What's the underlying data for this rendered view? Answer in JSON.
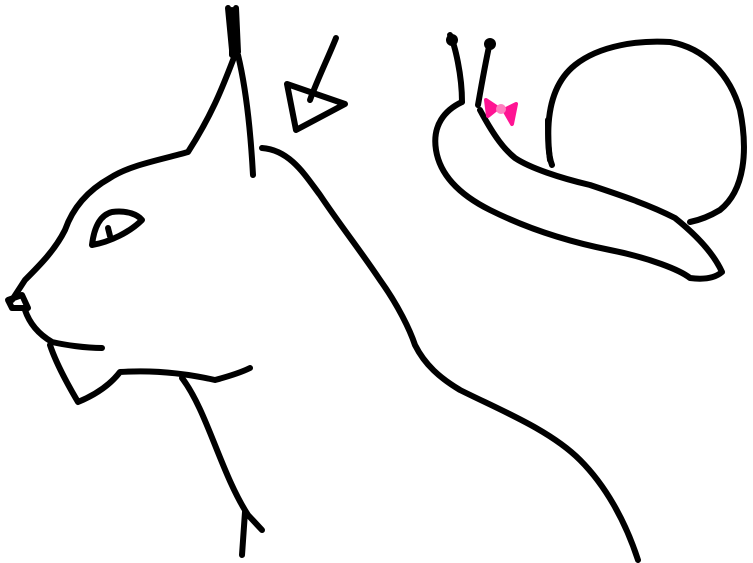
{
  "colors": {
    "background": "#ffffff",
    "ink": "#000000",
    "bow": "#ff1493",
    "bow_center": "#ff7fbf"
  },
  "drawing": {
    "subjects": [
      "cat-profile",
      "arrow-with-triangle",
      "snail-with-bow"
    ]
  }
}
